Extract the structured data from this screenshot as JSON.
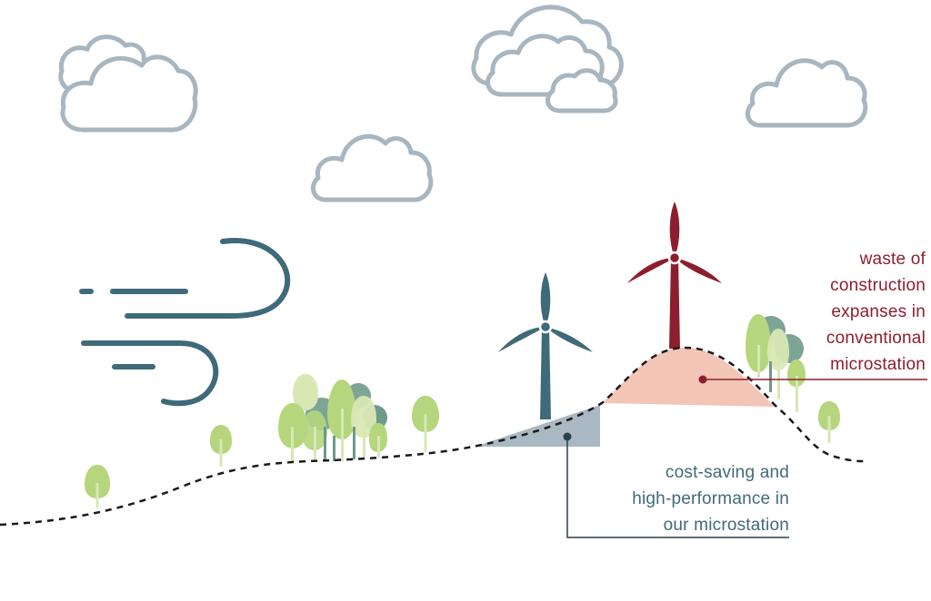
{
  "annotations": {
    "conventional": {
      "lines": [
        "waste of",
        "construction",
        "expanses in",
        "conventional",
        "microstation"
      ]
    },
    "ours": {
      "lines": [
        "cost-saving and",
        "high-performance in",
        "our microstation"
      ]
    }
  },
  "colors": {
    "cloud_stroke": "#a7b6c0",
    "wind": "#3f6a7a",
    "turbine_blue": "#3f6a7a",
    "turbine_red": "#8c1f2d",
    "mound_red": "#f2c5b6",
    "foundation_blue": "#a9b8c2",
    "ground_line": "#1a1a1a",
    "tree_light": "#b5d67c",
    "tree_pale": "#d8e8b4",
    "tree_dark": "#6f9a8a",
    "text_red": "#8c1f2d",
    "text_blue": "#3f6a7a"
  }
}
